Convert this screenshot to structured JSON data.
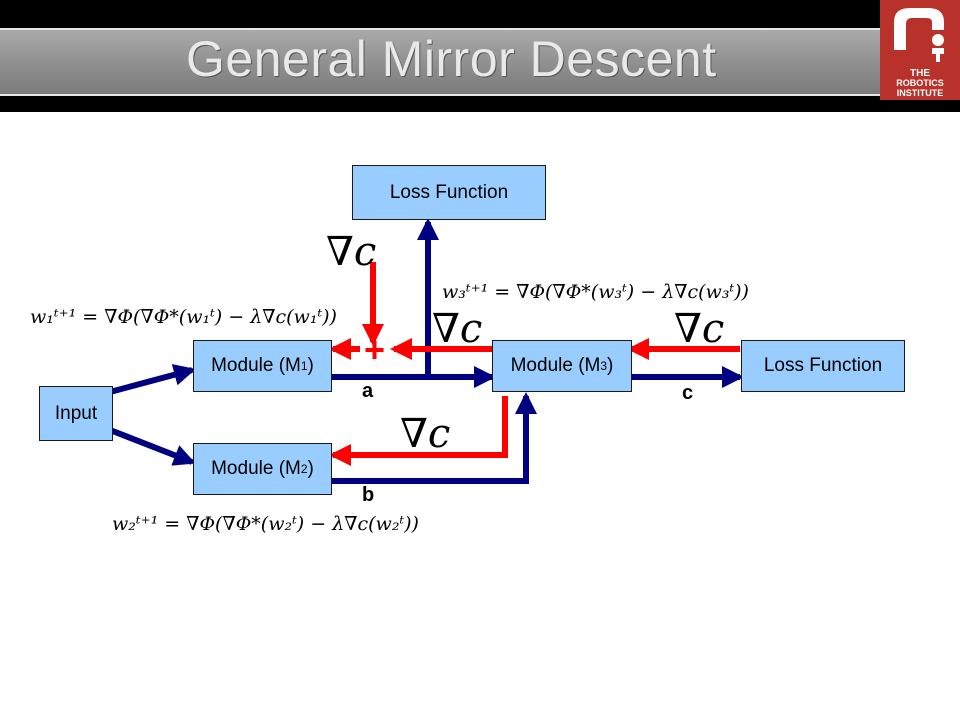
{
  "header": {
    "title": "General Mirror Descent",
    "logo_text": [
      "THE",
      "ROBOTICS",
      "INSTITUTE"
    ]
  },
  "boxes": {
    "loss_top": "Loss Function",
    "loss_right": "Loss Function",
    "input": "Input",
    "m1": {
      "prefix": "Module (M",
      "sub": "1",
      "suffix": ")"
    },
    "m2": {
      "prefix": "Module (M",
      "sub": "2",
      "suffix": ")"
    },
    "m3": {
      "prefix": "Module (M",
      "sub": "3",
      "suffix": ")"
    }
  },
  "edge_labels": {
    "a": "a",
    "b": "b",
    "c": "c"
  },
  "plus_symbol": "+",
  "gradient_label": "∇c",
  "equations": {
    "w1": "w₁ᵗ⁺¹ = ∇Φ(∇Φ*(w₁ᵗ) − λ∇c(w₁ᵗ))",
    "w2": "w₂ᵗ⁺¹ = ∇Φ(∇Φ*(w₂ᵗ) − λ∇c(w₂ᵗ))",
    "w3": "w₃ᵗ⁺¹ = ∇Φ(∇Φ*(w₃ᵗ) − λ∇c(w₃ᵗ))"
  },
  "colors": {
    "forward": "#000080",
    "backward": "#ff0000",
    "box_fill": "#99ccff"
  }
}
